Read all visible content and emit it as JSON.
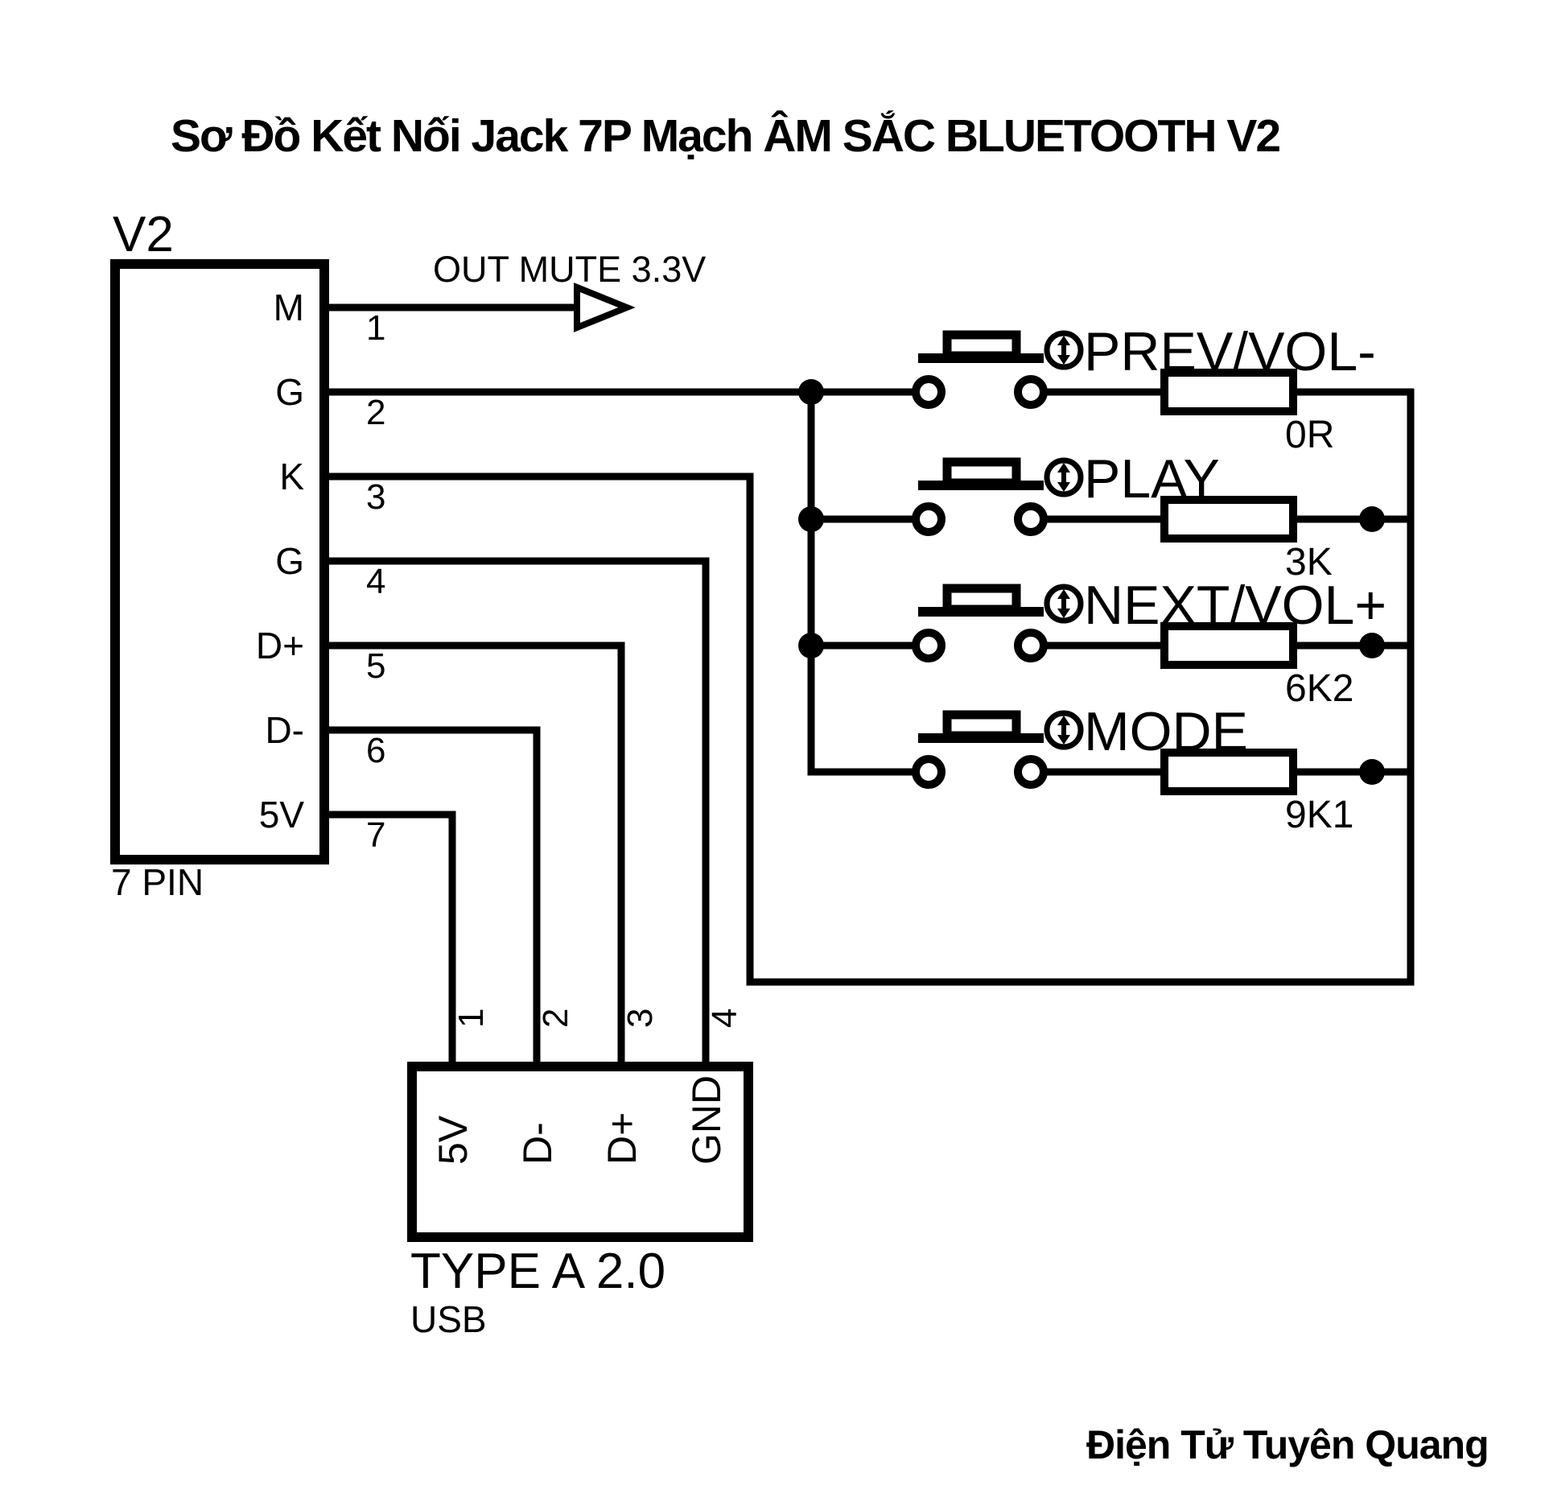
{
  "title": "Sơ Đồ Kết Nối Jack 7P Mạch ÂM SẮC BLUETOOTH V2",
  "colors": {
    "title": "#e5232c",
    "credit": "#3d4ec2",
    "line": "#000000"
  },
  "module": {
    "name": "V2",
    "caption": "7 PIN",
    "pins": [
      {
        "num": "1",
        "name": "M"
      },
      {
        "num": "2",
        "name": "G"
      },
      {
        "num": "3",
        "name": "K"
      },
      {
        "num": "4",
        "name": "G"
      },
      {
        "num": "5",
        "name": "D+"
      },
      {
        "num": "6",
        "name": "D-"
      },
      {
        "num": "7",
        "name": "5V"
      }
    ]
  },
  "mute": {
    "label": "OUT MUTE 3.3V"
  },
  "buttons": [
    {
      "label": "PREV/VOL-",
      "resistor": "0R"
    },
    {
      "label": "PLAY",
      "resistor": "3K"
    },
    {
      "label": "NEXT/VOL+",
      "resistor": "6K2"
    },
    {
      "label": "MODE",
      "resistor": "9K1"
    }
  ],
  "usb": {
    "title": "TYPE A 2.0",
    "subtitle": "USB",
    "pins": [
      {
        "num": "1",
        "name": "5V"
      },
      {
        "num": "2",
        "name": "D-"
      },
      {
        "num": "3",
        "name": "D+"
      },
      {
        "num": "4",
        "name": "GND"
      }
    ]
  },
  "credit": "Điện Tử Tuyên Quang"
}
